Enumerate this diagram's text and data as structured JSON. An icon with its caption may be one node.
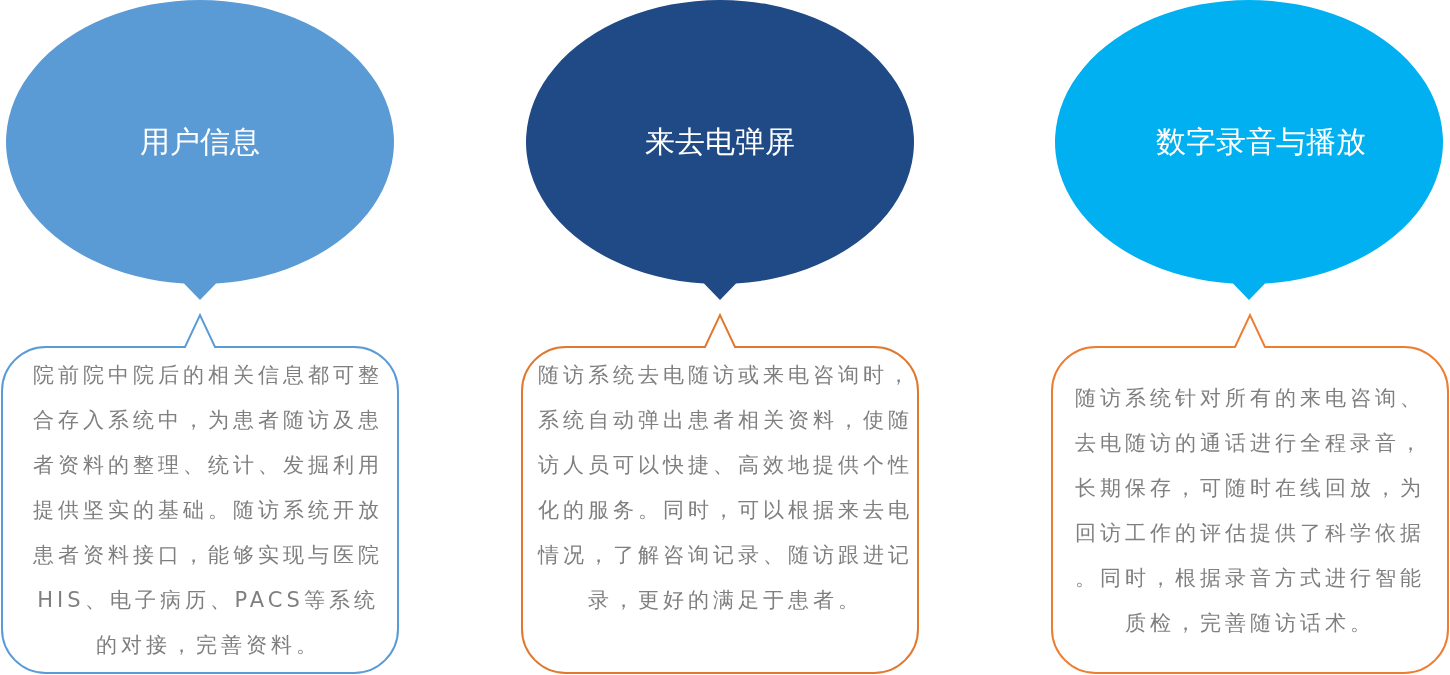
{
  "diagram": {
    "nodes": [
      {
        "text": [
          "用户信息"
        ]
      },
      {
        "text": [
          "来去电弹屏"
        ]
      },
      {
        "text": [
          "数字录音与播放"
        ]
      },
      {
        "text": [
          "院前院中院后的相关信息都可整合存入系统中，为患者随访及患者资料的整理、统计、发掘利用提供坚实的基础。随访系统开放患者资料接口，能够实现与医院HIS、电子病历、PACS等系统的对接，完善资料。"
        ]
      },
      {
        "text": [
          "随访系统去电随访或来电咨询时，系统自动弹出患者相关资料，使随访人员可以快捷、高效地提供个性化的服务。同时，可以根据来去电情况，了解咨询记录、随访跟进记录，更好的满足于患者。"
        ]
      },
      {
        "text": [
          "随访系统针对所有的来电咨询、去电随访的通话进行全程录音，长期保存，可随时在线回放，为回访工作的评估提供了科学依据。同时，根据录音方式进行智能质检，完善随访话术。"
        ]
      }
    ]
  }
}
